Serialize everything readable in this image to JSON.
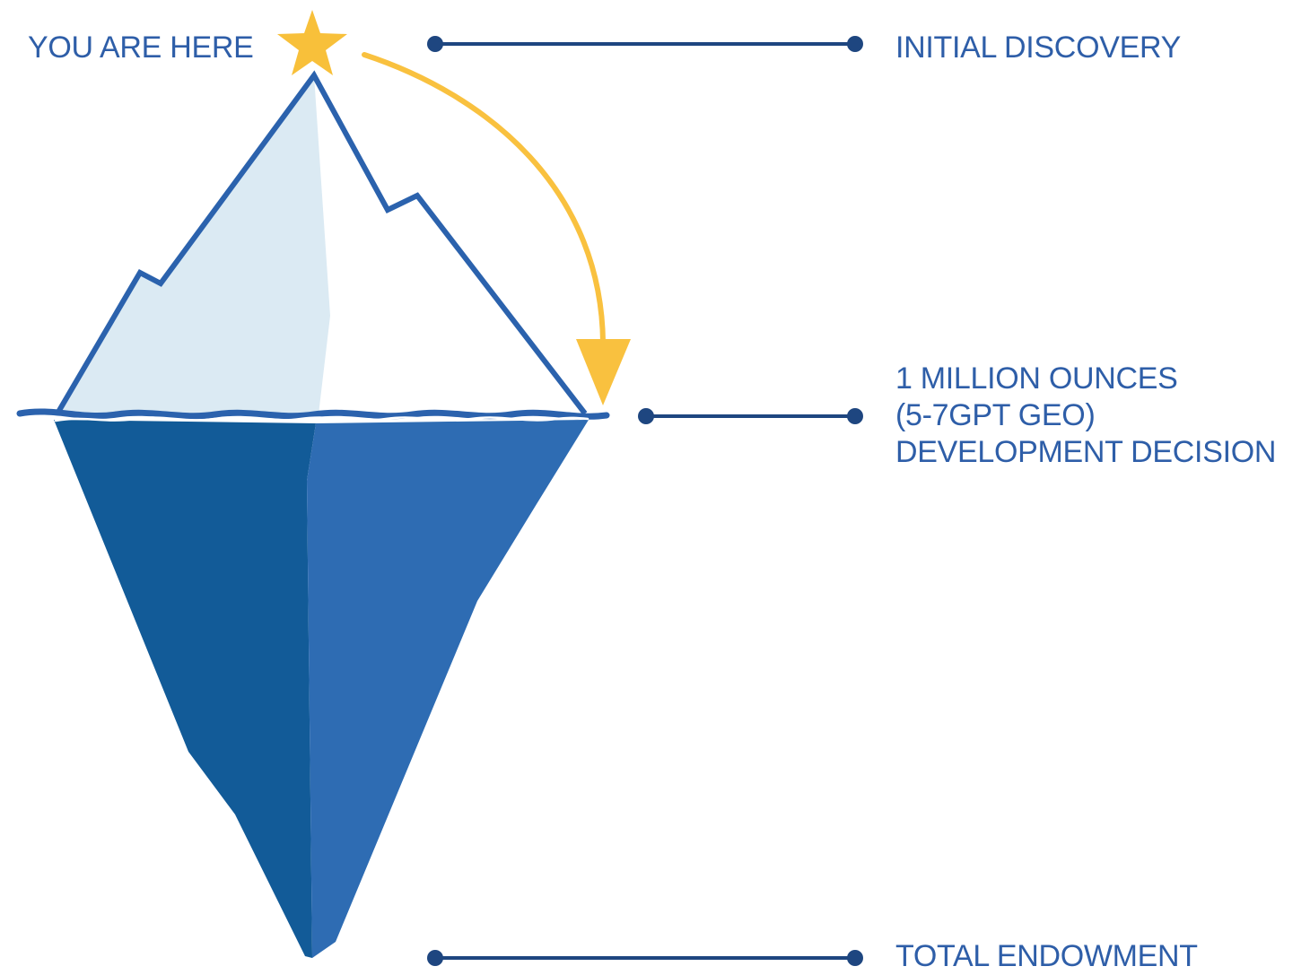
{
  "colors": {
    "text_blue": "#2e5ea8",
    "outline_blue": "#2b62ad",
    "connector_navy": "#1e4680",
    "ice_light": "#dbeaf3",
    "water_dark": "#125b98",
    "water_mid": "#2e6cb3",
    "star_gold": "#f8c03a",
    "arrow_gold": "#f9c13f"
  },
  "icons": {
    "marker": "star-icon",
    "path": "curved-arrow-icon"
  },
  "labels": {
    "you_are_here": "YOU ARE HERE",
    "initial_discovery": "INITIAL DISCOVERY",
    "one_million": [
      "1 MILLION OUNCES",
      "(5-7GPT GEO)",
      "DEVELOPMENT DECISION"
    ],
    "total_endowment": "TOTAL ENDOWMENT"
  }
}
